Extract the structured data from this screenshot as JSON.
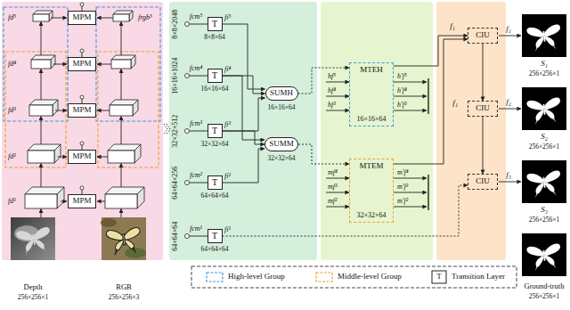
{
  "diagram": {
    "nodes": [
      {
        "text": [
          "MPM"
        ]
      },
      {
        "text": [
          "MPM"
        ]
      },
      {
        "text": [
          "MPM"
        ]
      },
      {
        "text": [
          "MPM"
        ]
      },
      {
        "text": [
          "MPM"
        ]
      },
      {
        "text": [
          "T"
        ]
      },
      {
        "text": [
          "T"
        ]
      },
      {
        "text": [
          "T"
        ]
      },
      {
        "text": [
          "T"
        ]
      },
      {
        "text": [
          "T"
        ]
      },
      {
        "text": [
          "SUMH"
        ]
      },
      {
        "text": [
          "SUMM"
        ]
      },
      {
        "text": [
          "MTEH",
          "16×16×64"
        ]
      },
      {
        "text": [
          "MTEM",
          "32×32×64"
        ]
      },
      {
        "text": [
          "CIU"
        ]
      },
      {
        "text": [
          "CIU"
        ]
      },
      {
        "text": [
          "CIU"
        ]
      }
    ],
    "edges": [
      {
        "from": 5,
        "to": 10,
        "arrow": "to"
      },
      {
        "from": 6,
        "to": 10,
        "arrow": "to"
      },
      {
        "from": 7,
        "to": 10,
        "arrow": "to"
      },
      {
        "from": 6,
        "to": 11,
        "arrow": "to"
      },
      {
        "from": 7,
        "to": 11,
        "arrow": "to"
      },
      {
        "from": 8,
        "to": 11,
        "arrow": "to"
      },
      {
        "from": 10,
        "to": 12,
        "arrow": "to"
      },
      {
        "from": 11,
        "to": 13,
        "arrow": "to"
      },
      {
        "from": 12,
        "to": 14,
        "arrow": "to"
      },
      {
        "from": 13,
        "to": 14,
        "arrow": "to"
      },
      {
        "from": 14,
        "to": 15,
        "arrow": "to"
      },
      {
        "from": 15,
        "to": 16,
        "arrow": "to"
      },
      {
        "from": 9,
        "to": 16,
        "arrow": "to"
      }
    ],
    "labels": [
      "8×8×2048",
      "16×16×1024",
      "32×32×512",
      "64×64×256",
      "64×64×64",
      "fcm⁵",
      "fcm⁴",
      "fcm³",
      "fcm²",
      "fcm¹",
      "8×8×64",
      "16×16×64",
      "32×32×64",
      "64×64×64",
      "64×64×64",
      "fi⁵",
      "fi⁴",
      "fi³",
      "fi²",
      "fi¹",
      "16×16×64",
      "32×32×64",
      "hf⁵",
      "hf⁴",
      "hf³",
      "h'f⁵",
      "h'f⁴",
      "h'f³",
      "mf⁴",
      "mf³",
      "mf²",
      "m'f⁴",
      "m'f³",
      "m'f²",
      "f₁",
      "f₁",
      "f₁",
      "f₂",
      "f₃",
      "S₁",
      "256×256×1",
      "S₂",
      "256×256×1",
      "S₃",
      "256×256×1",
      "Ground-truth",
      "256×256×1",
      "fd⁵",
      "fd⁴",
      "fd³",
      "fd²",
      "fd¹",
      "frgb⁵",
      "Depth",
      "256×256×1",
      "RGB",
      "256×256×3",
      "T"
    ],
    "legend": [
      {
        "text": "High-level Group"
      },
      {
        "text": "Middle-level Group"
      },
      {
        "text": "Transition Layer"
      }
    ]
  }
}
